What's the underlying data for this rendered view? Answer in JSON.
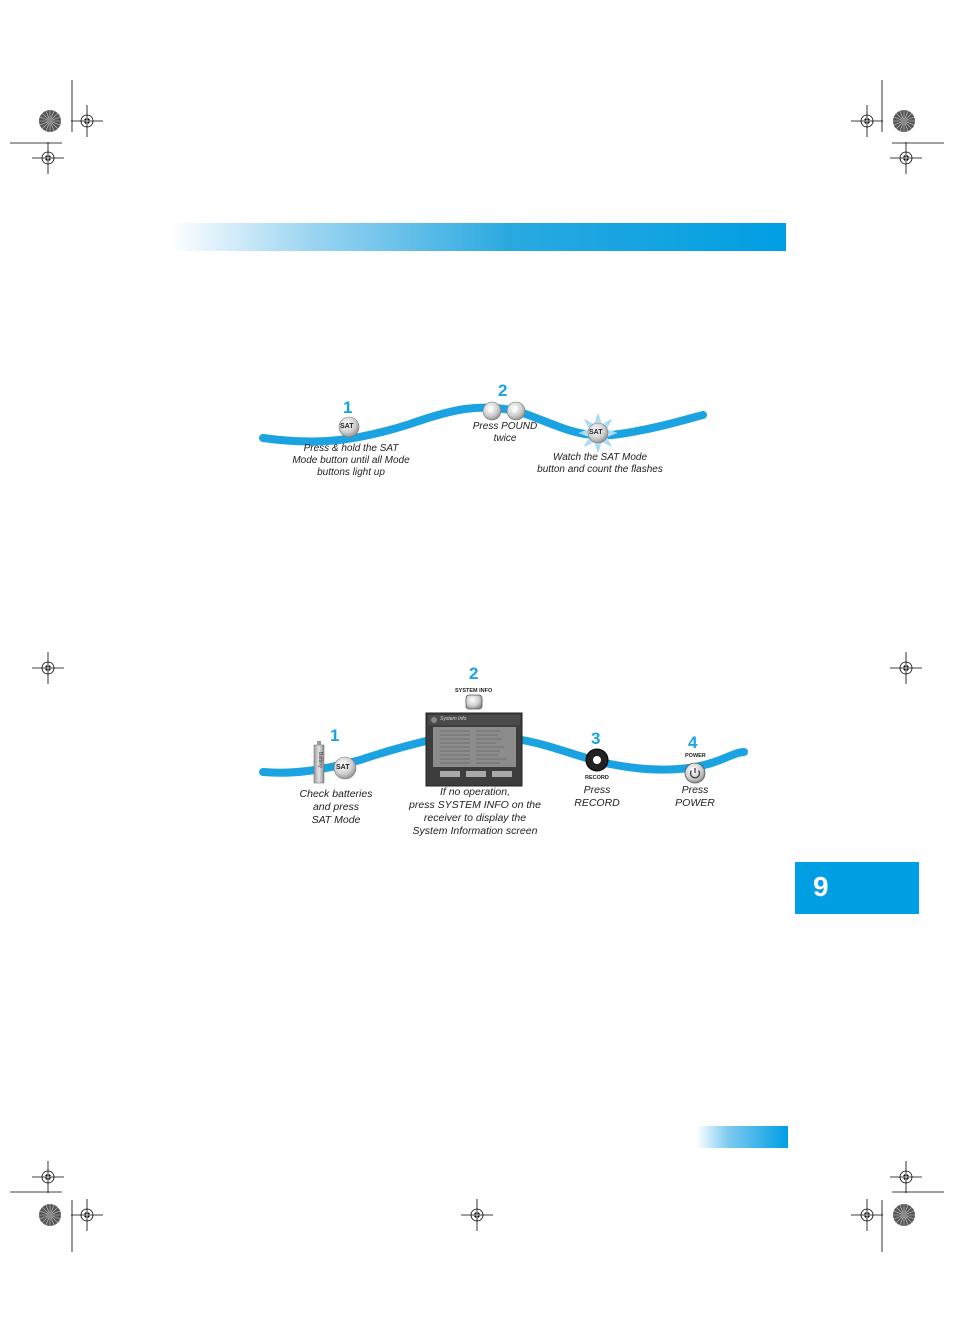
{
  "chapter": {
    "number": "9"
  },
  "diagram1": {
    "steps": [
      {
        "number": "1",
        "button": "SAT",
        "caption": [
          "Press & hold the SAT",
          "Mode button until all Mode",
          "buttons light up"
        ]
      },
      {
        "number": "2",
        "button": "#",
        "caption": [
          "Press POUND",
          "twice"
        ]
      },
      {
        "button": "SAT",
        "caption": [
          "Watch the SAT Mode",
          "button and count the flashes"
        ]
      }
    ]
  },
  "diagram2": {
    "steps": [
      {
        "number": "1",
        "button": "SAT",
        "battery_text": "Battery",
        "caption": [
          "Check batteries",
          "and press",
          "SAT Mode"
        ]
      },
      {
        "number": "2",
        "button_label": "SYSTEM INFO",
        "screen_title": "System Info",
        "caption": [
          "If no operation,",
          "press SYSTEM INFO on the",
          "receiver to display the",
          "System Information screen"
        ]
      },
      {
        "number": "3",
        "button_label": "RECORD",
        "caption": [
          "Press",
          "RECORD"
        ]
      },
      {
        "number": "4",
        "button_label": "POWER",
        "caption": [
          "Press",
          "POWER"
        ]
      }
    ]
  },
  "colors": {
    "accent": "#009fe3",
    "step_number": "#1aa3e0"
  },
  "icons": [
    "registration-mark-icon",
    "color-wheel-icon",
    "battery-icon",
    "power-icon",
    "record-icon",
    "pound-icon"
  ]
}
